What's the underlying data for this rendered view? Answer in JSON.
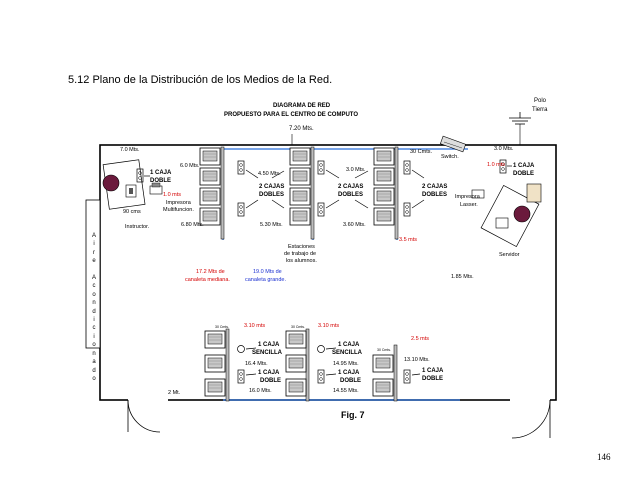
{
  "heading": "5.12 Plano de la Distribución de  los Medios de la Red.",
  "page_number": "146",
  "figure_caption": "Fig. 7",
  "diagram_title_line1": "DIAGRAMA DE RED",
  "diagram_title_line2": "PROPUESTO PARA EL CENTRO DE COMPUTO",
  "ground": {
    "label_line1": "Polo",
    "label_line2": "Tierra"
  },
  "measures": {
    "top_width": "7.20 Mts.",
    "m7_0": "7.0 Mts.",
    "m6_0": "6.0 Mts.",
    "m4_50": "4.50 Mts.",
    "m3_0": "3.0 Mts.",
    "m30cmts": "30 Cmts.",
    "m3_0_right": "3.0 Mts.",
    "m90cms": "90 cms",
    "m6_80": "6.80 Mts.",
    "m5_30": "5.30 Mts.",
    "m3_60": "3.60 Mts.",
    "m1_85": "1.85 Mts.",
    "m16_4": "16.4 Mts.",
    "m16_0": "16.0 Mts.",
    "m14_95": "14.95 Mts.",
    "m14_55": "14.55 Mts.",
    "m13_10": "13.10 Mts.",
    "m2": "2 Mt.",
    "cmts_small_1": "30 Cmts.",
    "cmts_small_2": "30 Cmts.",
    "cmts_small_3": "30 Cmts."
  },
  "red_labels": {
    "r1_0_left": "1.0 mts",
    "r1_0_right": "1.0 mts",
    "r3_5": "3.5 mts",
    "r3_10_a": "3.10 mts",
    "r3_10_b": "3.10 mts",
    "r2_5": "2.5 mts",
    "r17_2_line1": "17.2 Mts de",
    "r17_2_line2": "canaleta mediana."
  },
  "blue_labels": {
    "line1": "19.0 Mts de",
    "line2": "canaleta grande."
  },
  "boxes": {
    "left_double_1": "1 CAJA",
    "left_double_2": "DOBLE",
    "right_double_1": "1 CAJA",
    "right_double_2": "DOBLE",
    "two_a_1": "2 CAJAS",
    "two_a_2": "DOBLES",
    "two_b_1": "2 CAJAS",
    "two_b_2": "DOBLES",
    "two_c_1": "2 CAJAS",
    "two_c_2": "DOBLES",
    "sencilla_a_1": "1 CAJA",
    "sencilla_a_2": "SENCILLA",
    "sencilla_b_1": "1 CAJA",
    "sencilla_b_2": "SENCILLA",
    "doble_a_1": "1 CAJA",
    "doble_a_2": "DOBLE",
    "doble_b_1": "1 CAJA",
    "doble_b_2": "DOBLE",
    "doble_c_1": "1 CAJA",
    "doble_c_2": "DOBLE"
  },
  "devices": {
    "switch": "Switch.",
    "printer_multi_1": "Impresora",
    "printer_multi_2": "Multifuncion.",
    "printer_laser_1": "Impresora",
    "printer_laser_2": "Lasser.",
    "instructor": "Instructor.",
    "server": "Servidor",
    "stations_1": "Estaciones",
    "stations_2": "de trabajo de",
    "stations_3": "los alumnos."
  },
  "ac_label": "AireAcondicionado",
  "colors": {
    "red": "#d40000",
    "blue": "#1a2fd0",
    "duct_blue": "#2a6fdb",
    "desk_grey": "#bdbdbd"
  }
}
